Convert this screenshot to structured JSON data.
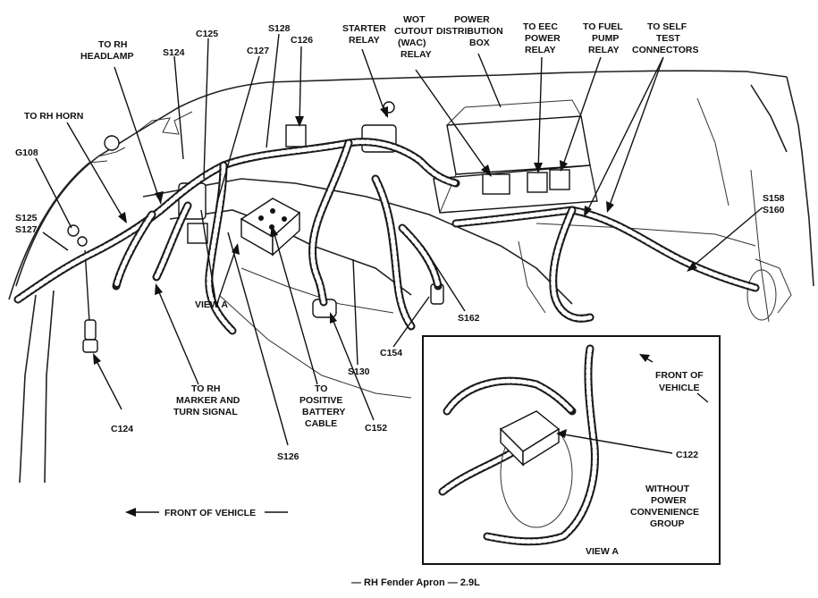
{
  "labels": {
    "to_rh_headlamp": [
      "TO RH",
      "HEADLAMP"
    ],
    "s124": "S124",
    "c125": "C125",
    "c127": "C127",
    "s128": "S128",
    "c126": "C126",
    "starter_relay": [
      "STARTER",
      "RELAY"
    ],
    "wot_relay": [
      "WOT",
      "CUTOUT",
      "(WAC)",
      "RELAY"
    ],
    "power_distribution_box": [
      "POWER",
      "DISTRIBUTION",
      "BOX"
    ],
    "to_eec_power_relay": [
      "TO EEC",
      "POWER",
      "RELAY"
    ],
    "to_fuel_pump_relay": [
      "TO FUEL",
      "PUMP",
      "RELAY"
    ],
    "to_self_test_connectors": [
      "TO SELF",
      "TEST",
      "CONNECTORS"
    ],
    "to_rh_horn": "TO RH HORN",
    "g108": "G108",
    "s125": "S125",
    "s127": "S127",
    "view_a": "VIEW A",
    "s158": "S158",
    "s160": "S160",
    "s162": "S162",
    "c154": "C154",
    "s130": "S130",
    "to_rh_marker": [
      "TO RH",
      "MARKER AND",
      "TURN SIGNAL"
    ],
    "to_positive_battery_cable": [
      "TO",
      "POSITIVE",
      "BATTERY",
      "CABLE"
    ],
    "c152": "C152",
    "c124": "C124",
    "s126": "S126",
    "front_of_vehicle": "FRONT OF VEHICLE",
    "inset_front_of_vehicle": [
      "FRONT OF",
      "VEHICLE"
    ],
    "c122": "C122",
    "without_power_convenience": [
      "WITHOUT",
      "POWER",
      "CONVENIENCE",
      "GROUP"
    ],
    "inset_view_a": "VIEW A"
  },
  "caption": "— RH Fender Apron — 2.9L"
}
